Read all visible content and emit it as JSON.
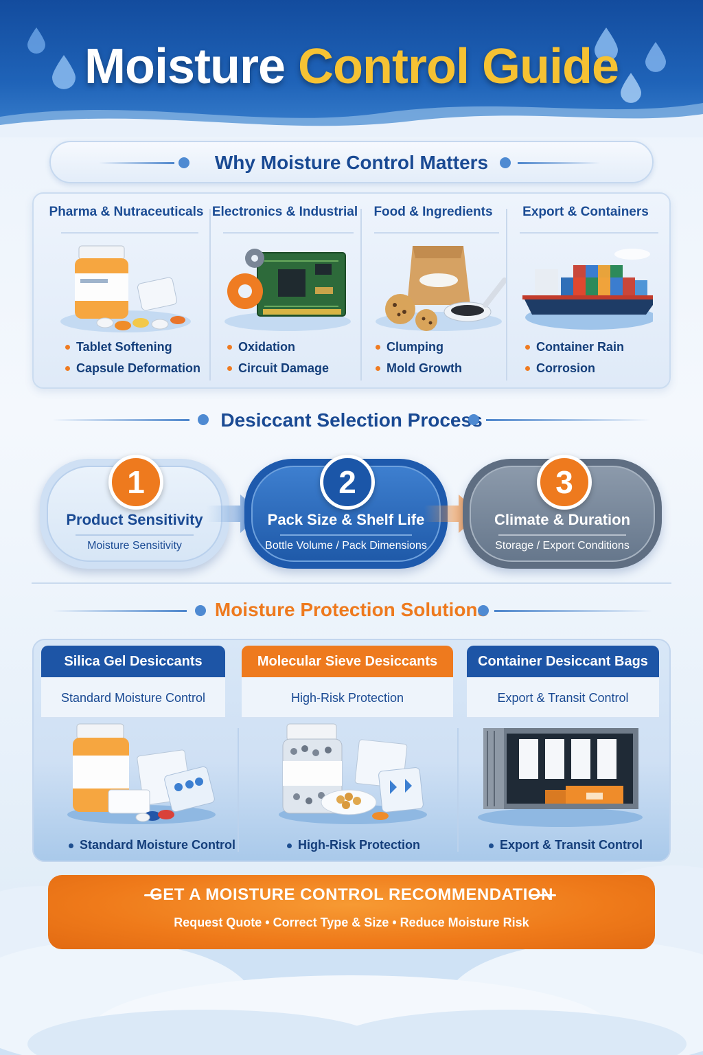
{
  "header": {
    "title_part1": "Moisture",
    "title_part2": "Control Guide"
  },
  "why_section": {
    "heading": "Why Moisture Control Matters",
    "industries": [
      {
        "title": "Pharma & Nutraceuticals",
        "icon": "pill-bottle-icon",
        "risks": [
          "Tablet Softening",
          "Capsule Deformation"
        ]
      },
      {
        "title": "Electronics & Industrial",
        "icon": "circuit-board-icon",
        "risks": [
          "Oxidation",
          "Circuit Damage"
        ]
      },
      {
        "title": "Food & Ingredients",
        "icon": "food-bag-icon",
        "risks": [
          "Clumping",
          "Mold Growth"
        ]
      },
      {
        "title": "Export & Containers",
        "icon": "container-ship-icon",
        "risks": [
          "Container Rain",
          "Corrosion"
        ]
      }
    ]
  },
  "process_section": {
    "heading": "Desiccant Selection Process",
    "steps": [
      {
        "number": "1",
        "title": "Product Sensitivity",
        "subtitle": "Moisture Sensitivity"
      },
      {
        "number": "2",
        "title": "Pack Size & Shelf Life",
        "subtitle": "Bottle Volume / Pack Dimensions"
      },
      {
        "number": "3",
        "title": "Climate & Duration",
        "subtitle": "Storage / Export Conditions"
      }
    ]
  },
  "solutions_section": {
    "heading": "Moisture Protection Solutions",
    "cards": [
      {
        "title": "Silica Gel Desiccants",
        "subtitle": "Standard Moisture Control",
        "bullet": "Standard Moisture Control",
        "icon": "silica-gel-pack-icon"
      },
      {
        "title": "Molecular Sieve Desiccants",
        "subtitle": "High-Risk Protection",
        "bullet": "High-Risk Protection",
        "icon": "molecular-sieve-bottle-icon"
      },
      {
        "title": "Container Desiccant Bags",
        "subtitle": "Export & Transit Control",
        "bullet": "Export & Transit Control",
        "icon": "shipping-container-bags-icon"
      }
    ]
  },
  "cta": {
    "title": "GET A MOISTURE CONTROL RECOMMENDATION",
    "subtitle": "Request Quote • Correct Type & Size • Reduce Moisture Risk"
  },
  "colors": {
    "primary_blue": "#1a4a93",
    "accent_orange": "#ef7a1a",
    "accent_yellow": "#f6c233",
    "step_gray": "#6f7f92"
  }
}
